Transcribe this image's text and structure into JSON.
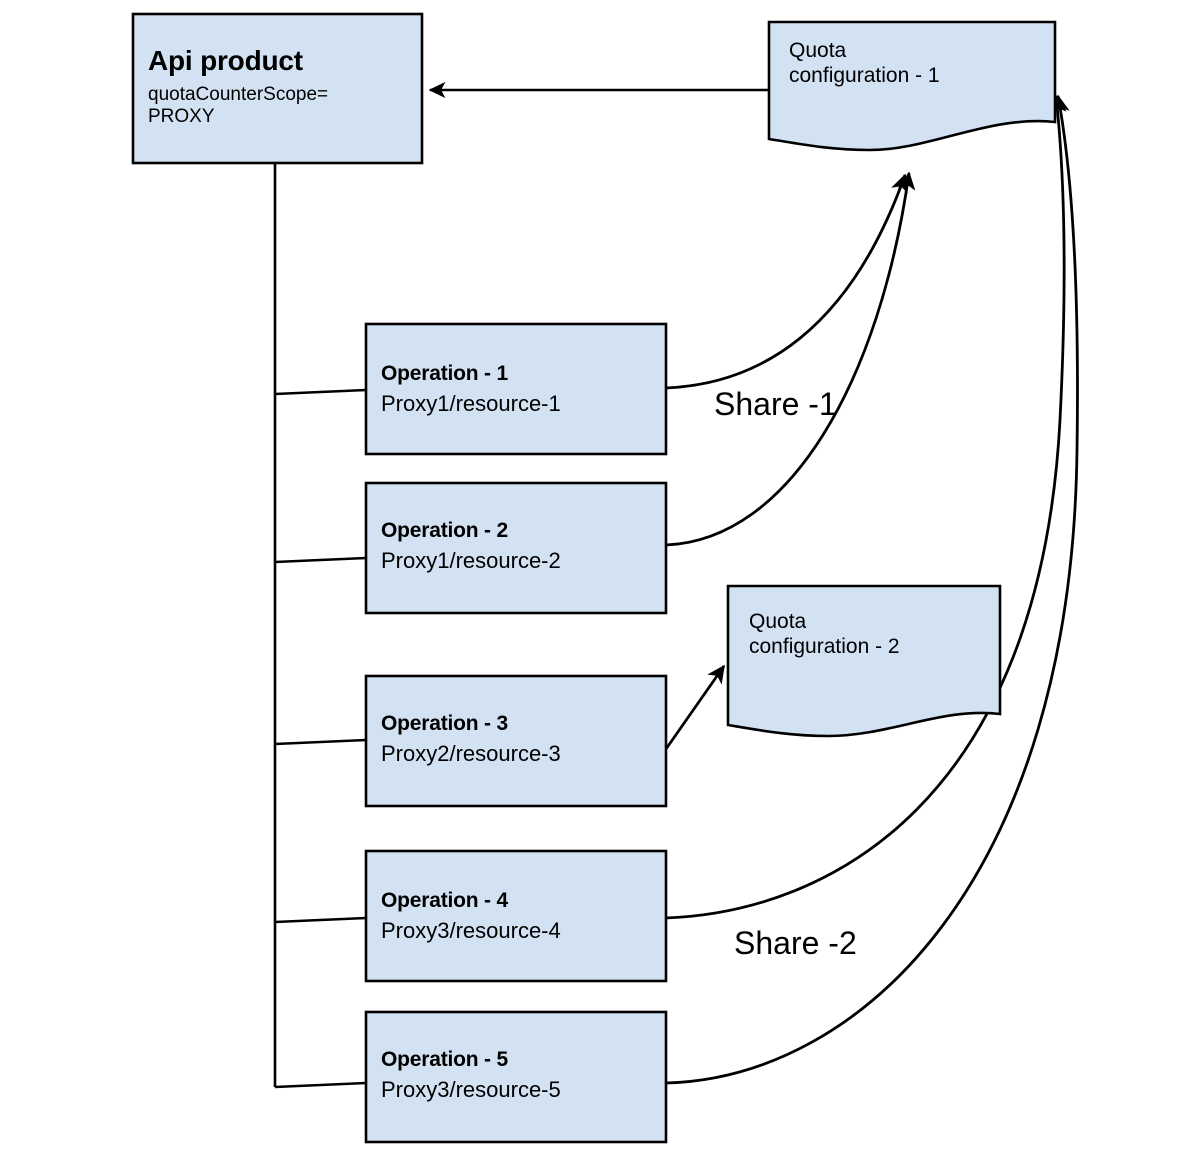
{
  "diagram": {
    "title": "Apigee API product quota sharing diagram",
    "background_color": "#ffffff",
    "node_fill_color": "#d2e2f3",
    "node_stroke_color": "#000000",
    "nodes": {
      "api_product": {
        "title": "Api product",
        "attribute": "quotaCounterScope=\nPROXY"
      },
      "quota_configuration_1": {
        "label": "Quota\nconfiguration - 1"
      },
      "quota_configuration_2": {
        "label": "Quota\nconfiguration - 2"
      },
      "operations": [
        {
          "title": "Operation - 1",
          "path": "Proxy1/resource-1"
        },
        {
          "title": "Operation - 2",
          "path": "Proxy1/resource-2"
        },
        {
          "title": "Operation - 3",
          "path": "Proxy2/resource-3"
        },
        {
          "title": "Operation - 4",
          "path": "Proxy3/resource-4"
        },
        {
          "title": "Operation - 5",
          "path": "Proxy3/resource-5"
        }
      ]
    },
    "edge_labels": {
      "share_1": "Share -1",
      "share_2": "Share -2"
    }
  }
}
